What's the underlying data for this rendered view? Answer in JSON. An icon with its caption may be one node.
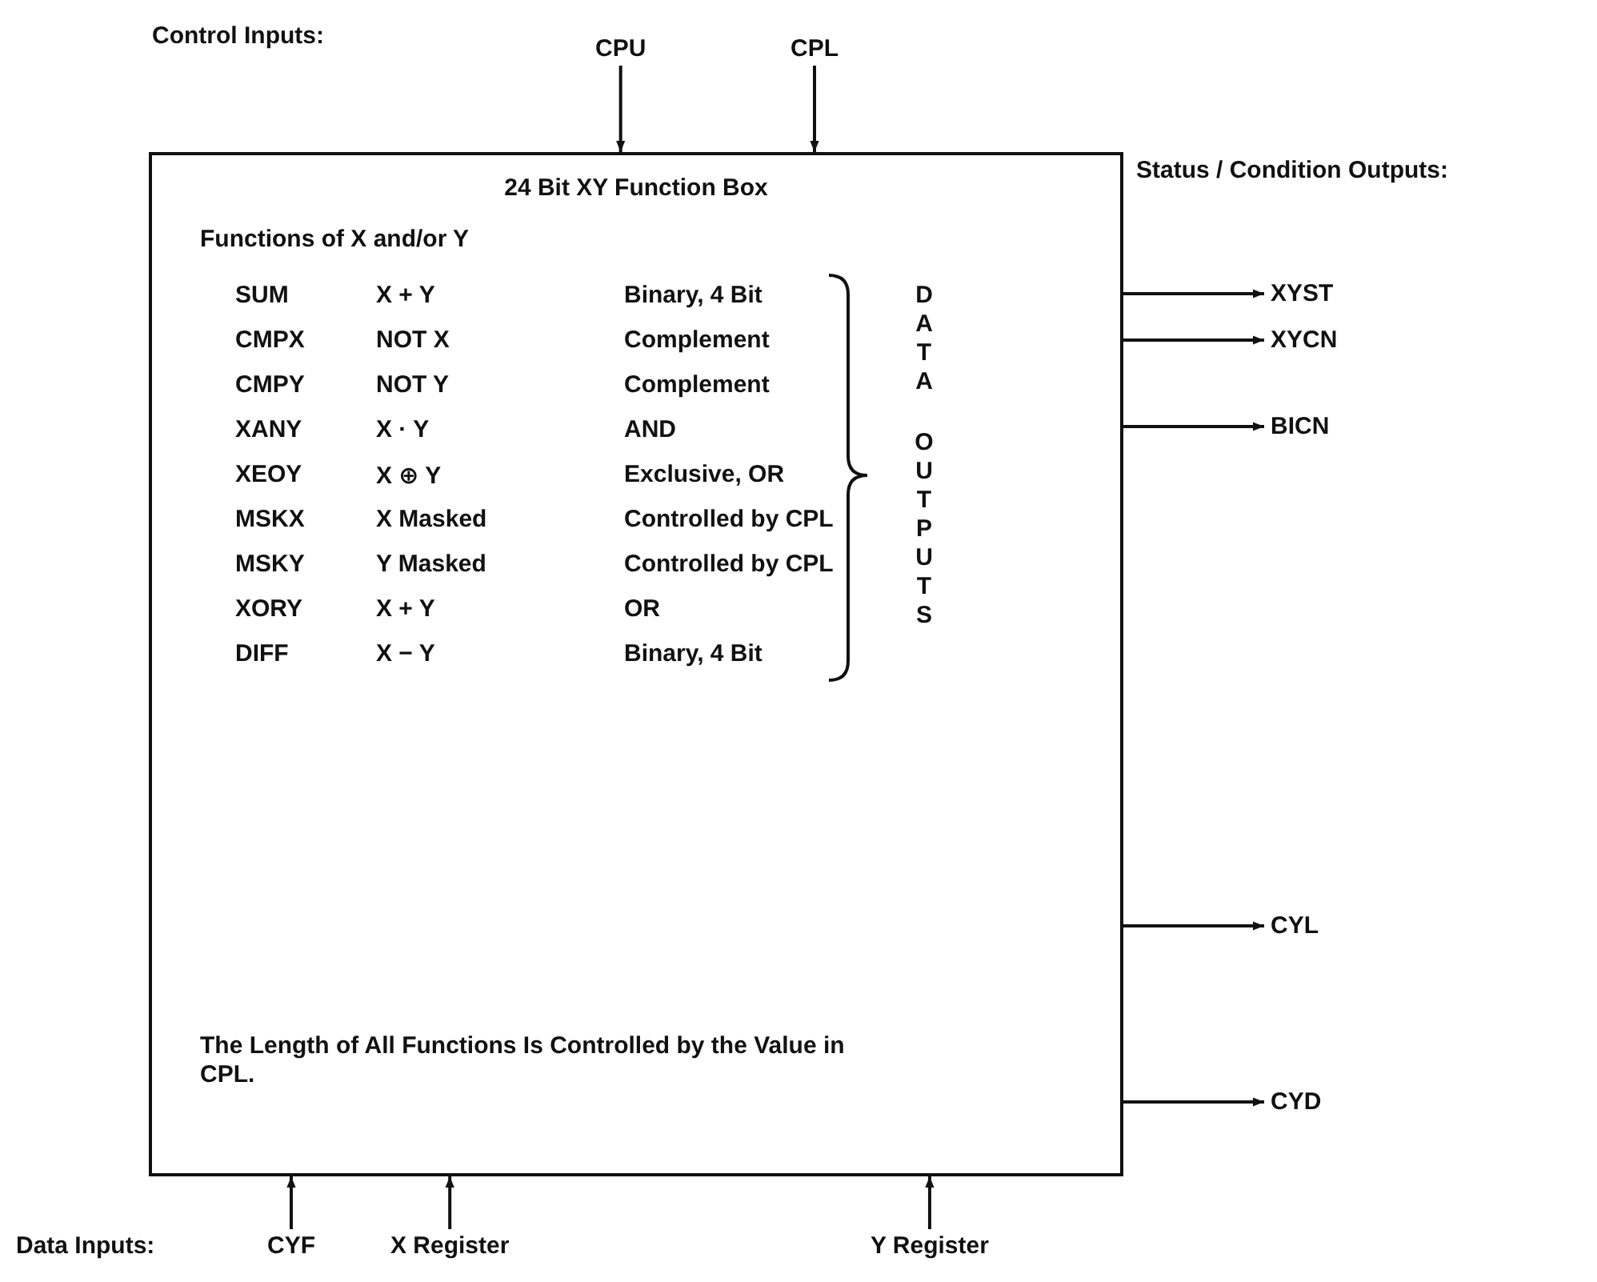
{
  "diagram": {
    "nodes": [
      {
        "text": [
          "24 Bit XY Function Box",
          "Functions of X and/or Y",
          "The Length of All Functions Is Controlled by the Value in CPL."
        ]
      },
      {
        "text": [
          "CPU"
        ]
      },
      {
        "text": [
          "CPL"
        ]
      },
      {
        "text": [
          "XYST"
        ]
      },
      {
        "text": [
          "XYCN"
        ]
      },
      {
        "text": [
          "BICN"
        ]
      },
      {
        "text": [
          "CYL"
        ]
      },
      {
        "text": [
          "CYD"
        ]
      },
      {
        "text": [
          "CYF"
        ]
      },
      {
        "text": [
          "X Register"
        ]
      },
      {
        "text": [
          "Y Register"
        ]
      }
    ],
    "edges": [
      {
        "from": 1,
        "to": 0,
        "arrow": "to"
      },
      {
        "from": 2,
        "to": 0,
        "arrow": "to"
      },
      {
        "from": 0,
        "to": 3,
        "arrow": "to"
      },
      {
        "from": 0,
        "to": 4,
        "arrow": "to"
      },
      {
        "from": 0,
        "to": 5,
        "arrow": "to"
      },
      {
        "from": 0,
        "to": 6,
        "arrow": "to"
      },
      {
        "from": 0,
        "to": 7,
        "arrow": "to"
      },
      {
        "from": 8,
        "to": 0,
        "arrow": "to"
      },
      {
        "from": 9,
        "to": 0,
        "arrow": "to"
      },
      {
        "from": 10,
        "to": 0,
        "arrow": "to"
      }
    ],
    "labels": [
      "Control Inputs:",
      "Status / Condition Outputs:",
      "SUM",
      "X + Y",
      "Binary, 4 Bit",
      "CMPX",
      "NOT X",
      "Complement",
      "CMPY",
      "NOT Y",
      "Complement",
      "XANY",
      "X · Y",
      "AND",
      "XEOY",
      "X ⊕ Y",
      "Exclusive, OR",
      "MSKX",
      "X Masked",
      "Controlled by CPL",
      "MSKY",
      "Y Masked",
      "Controlled by CPL",
      "XORY",
      "X + Y",
      "OR",
      "DIFF",
      "X − Y",
      "Binary, 4 Bit",
      "DATA",
      "OUTPUTS",
      "Data Inputs:"
    ]
  }
}
